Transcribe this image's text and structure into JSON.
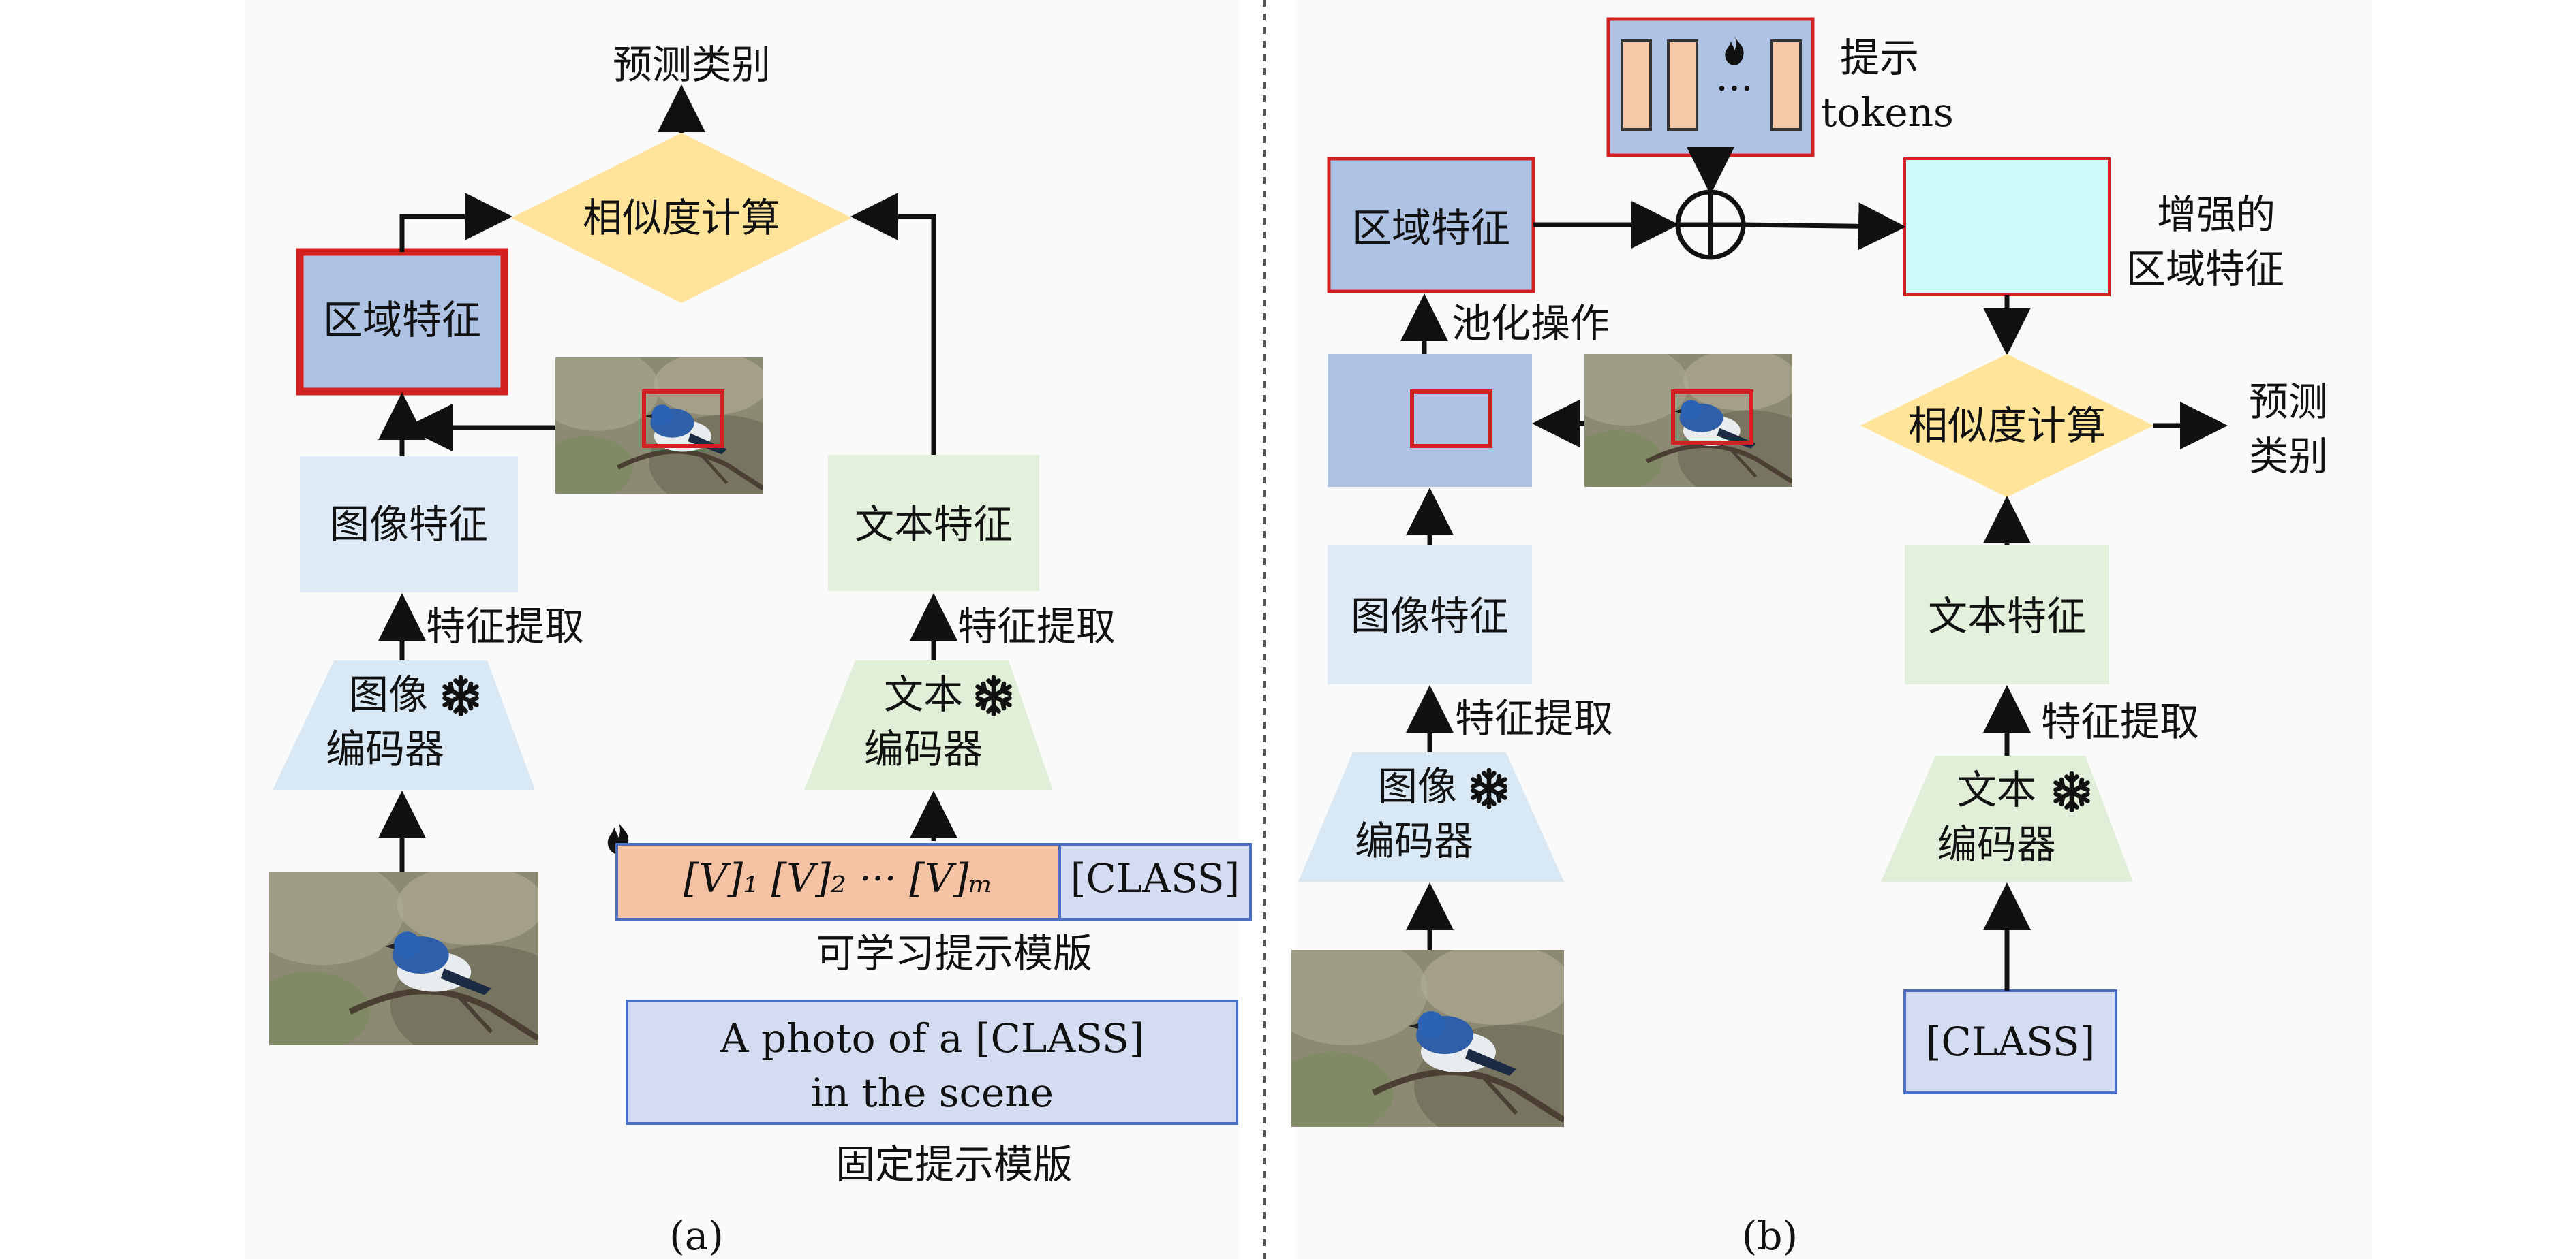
{
  "panel_a": {
    "caption": "(a)",
    "output_label": "预测类别",
    "similarity_label": "相似度计算",
    "region_feature_label": "区域特征",
    "image_feature_label": "图像特征",
    "text_feature_label": "文本特征",
    "image_extract_label": "特征提取",
    "text_extract_label": "特征提取",
    "image_encoder_line1": "图像",
    "image_encoder_line2": "编码器",
    "text_encoder_line1": "文本",
    "text_encoder_line2": "编码器",
    "learnable_tokens": "[V]₁ [V]₂ ··· [V]ₘ",
    "class_token": "[CLASS]",
    "learnable_template_label": "可学习提示模版",
    "fixed_template_line1": "A photo of a [CLASS]",
    "fixed_template_line2": "in the scene",
    "fixed_template_label": "固定提示模版"
  },
  "panel_b": {
    "caption": "(b)",
    "prompt_label_line1": "提示",
    "prompt_label_line2": "tokens",
    "prompt_dots": "···",
    "region_feature_label": "区域特征",
    "pooling_label": "池化操作",
    "enhanced_label_line1": "增强的",
    "enhanced_label_line2": "区域特征",
    "similarity_label": "相似度计算",
    "output_label_line1": "预测",
    "output_label_line2": "类别",
    "image_feature_label": "图像特征",
    "text_feature_label": "文本特征",
    "image_extract_label": "特征提取",
    "text_extract_label": "特征提取",
    "image_encoder_line1": "图像",
    "image_encoder_line2": "编码器",
    "text_encoder_line1": "文本",
    "text_encoder_line2": "编码器",
    "class_token": "[CLASS]"
  },
  "colors": {
    "region_fill": "#aec2e3",
    "region_border": "#d32020",
    "image_feature_fill": "#deeaf6",
    "text_feature_fill": "#e3f0dc",
    "similarity_fill": "#ffe49a",
    "learnable_fill": "#f5c3a3",
    "class_fill": "#d4dcf2",
    "template_border": "#4a6fc4",
    "enhanced_fill": "#ccfbf9",
    "prompt_token_fill": "#f8c9a8",
    "arrow": "#111111"
  },
  "icons": {
    "frozen": "snowflake-icon",
    "trainable": "flame-icon",
    "combine": "circled-plus-icon",
    "input_image": "bird-photo"
  }
}
